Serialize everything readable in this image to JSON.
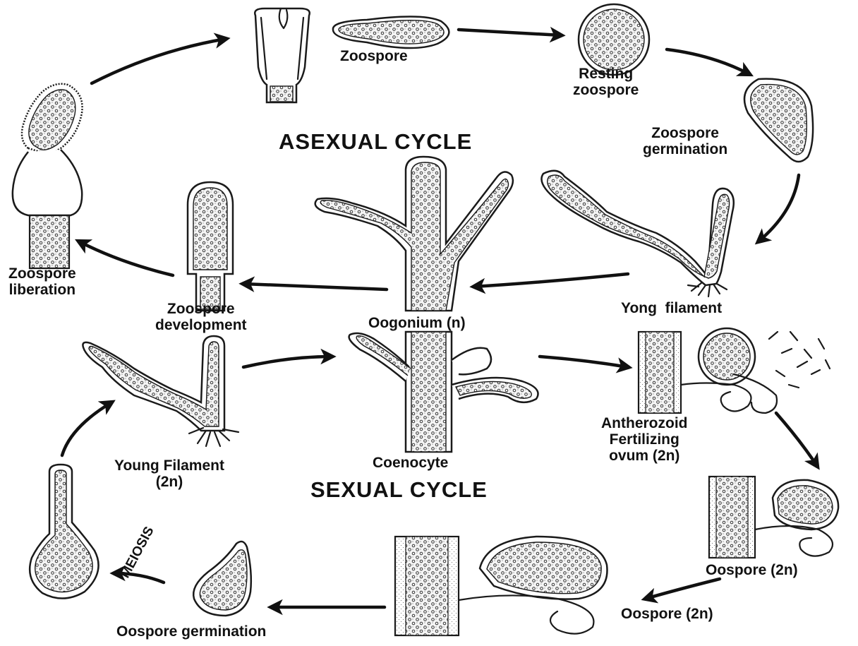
{
  "diagram": {
    "titles": {
      "asexual": "ASEXUAL CYCLE",
      "sexual": "SEXUAL CYCLE"
    },
    "labels": {
      "zoospore": "Zoospore",
      "resting_zoospore": [
        "Resting",
        "zoospore"
      ],
      "zoospore_germination": [
        "Zoospore",
        "germination"
      ],
      "yong_filament": "Yong  filament",
      "oogonium": "Oogonium (n)",
      "zoospore_development": [
        "Zoospore",
        "development"
      ],
      "zoospore_liberation": [
        "Zoospore",
        "liberation"
      ],
      "coenocyte": "Coenocyte",
      "young_filament": [
        "Young Filament",
        "(2n)"
      ],
      "antherozoid": [
        "Antherozoid",
        "Fertilizing",
        "ovum (2n)"
      ],
      "oospore_2n_a": "Oospore (2n)",
      "oospore_2n_b": "Oospore (2n)",
      "oospore_germination": "Oospore germination",
      "meiosis": "MEIOSIS"
    }
  }
}
